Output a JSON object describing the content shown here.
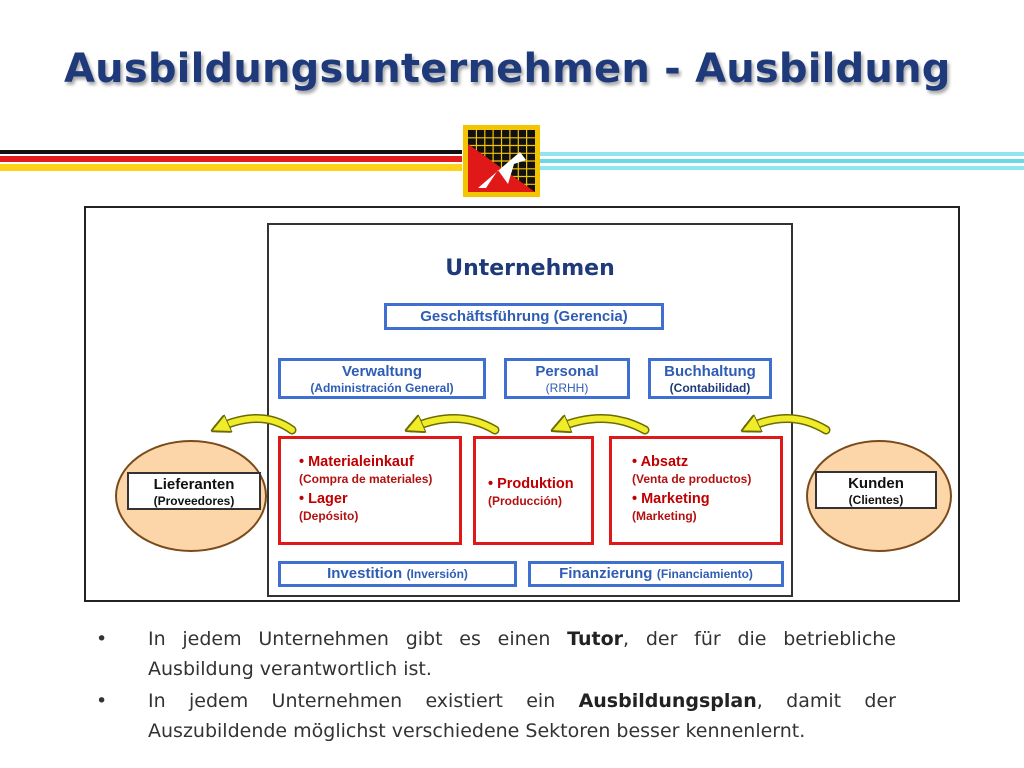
{
  "slide": {
    "title": "Ausbildungsunternehmen - Ausbildung"
  },
  "colors": {
    "title": "#1f3a7a",
    "blue_box": "#3f6fd0",
    "red_box": "#e01818",
    "ellipse_fill": "#fcd5a8",
    "arrow_fill": "#f0ec2a",
    "stripe_black": "#111111",
    "stripe_red": "#e31b1b",
    "stripe_yellow": "#ffd21a",
    "stripe_cyan": "#8fe6ee",
    "logo_bg": "#f4c400"
  },
  "diagram": {
    "org_title": "Unternehmen",
    "management": {
      "label": "Geschäftsführung (Gerencia)"
    },
    "departments": [
      {
        "label": "Verwaltung",
        "sub": "(Administración General)"
      },
      {
        "label": "Personal",
        "sub": "(RRHH)"
      },
      {
        "label": "Buchhaltung",
        "sub": "(Contabilidad)"
      }
    ],
    "operations": [
      {
        "items": [
          {
            "label": "• Materialeinkauf",
            "sub": "(Compra de materiales)"
          },
          {
            "label": "• Lager",
            "sub": "(Depósito)"
          }
        ]
      },
      {
        "items": [
          {
            "label": "• Produktion",
            "sub": "(Producción)"
          }
        ]
      },
      {
        "items": [
          {
            "label": "• Absatz",
            "sub": "(Venta de productos)"
          },
          {
            "label": "• Marketing",
            "sub": "(Marketing)"
          }
        ]
      }
    ],
    "finance": [
      {
        "label": "Investition",
        "sub": "(Inversión)"
      },
      {
        "label": "Finanzierung",
        "sub": "(Financiamiento)"
      }
    ],
    "suppliers": {
      "label": "Lieferanten",
      "sub": "(Proveedores)"
    },
    "customers": {
      "label": "Kunden",
      "sub": "(Clientes)"
    }
  },
  "bullets": [
    {
      "marker": "•",
      "before": "In jedem Unternehmen gibt es einen ",
      "bold": "Tutor",
      "after": ", der für die betriebliche Ausbildung verantwortlich ist."
    },
    {
      "marker": "•",
      "before": "In jedem Unternehmen existiert ein ",
      "bold": "Ausbildungsplan",
      "after": ", damit der Auszubildende möglichst verschiedene Sektoren besser kennenlernt."
    }
  ]
}
